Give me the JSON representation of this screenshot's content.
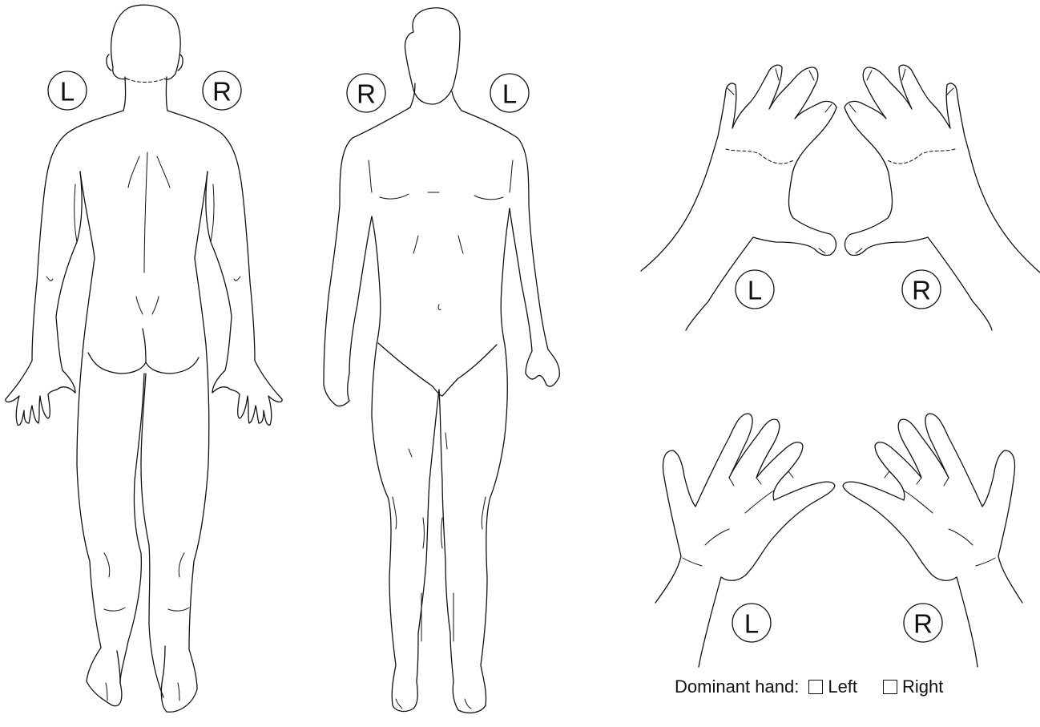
{
  "figures": {
    "back_view": {
      "left_label": "L",
      "right_label": "R"
    },
    "front_view": {
      "left_label": "R",
      "right_label": "L"
    },
    "hands_dorsal": {
      "left_label": "L",
      "right_label": "R"
    },
    "hands_palmar": {
      "left_label": "L",
      "right_label": "R"
    }
  },
  "dominant_hand": {
    "label": "Dominant hand:",
    "options": [
      {
        "label": "Left",
        "checked": false
      },
      {
        "label": "Right",
        "checked": false
      }
    ]
  }
}
